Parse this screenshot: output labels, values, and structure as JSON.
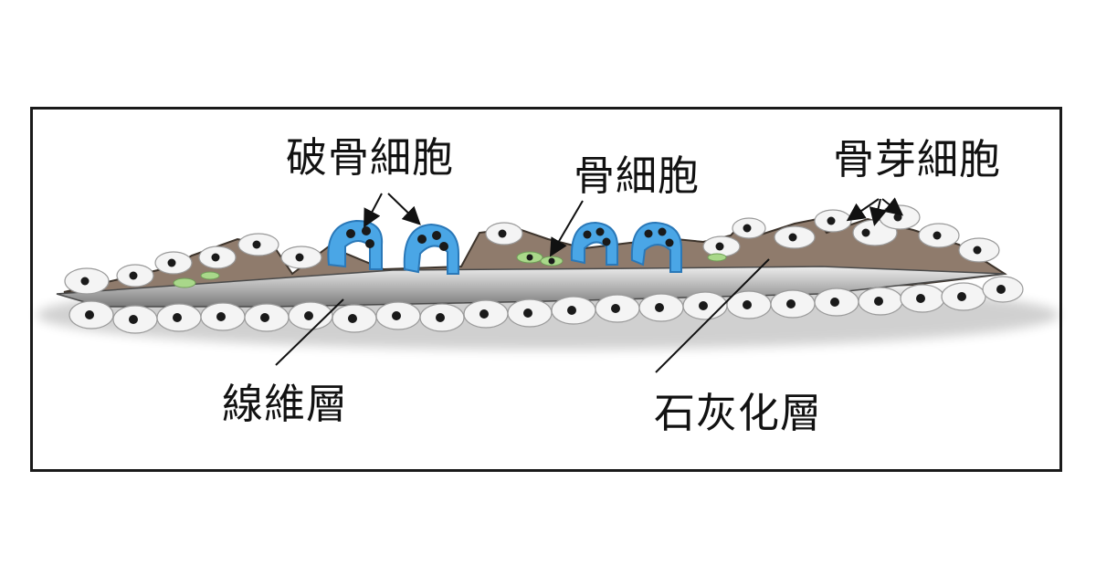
{
  "labels": {
    "osteoclast": "破骨細胞",
    "osteocyte": "骨細胞",
    "osteoblast": "骨芽細胞",
    "fibrous_layer": "線維層",
    "mineralized_layer": "石灰化層"
  },
  "colors": {
    "frame": "#1a1a1a",
    "bone_matrix": "#8f7b6c",
    "mineralized_band": "#b9b9b9",
    "osteoclast_blue": "#4aa6e6",
    "osteocyte_green": "#a9d88a",
    "cell_body": "#f2f2f2",
    "nucleus": "#1a1a1a"
  }
}
